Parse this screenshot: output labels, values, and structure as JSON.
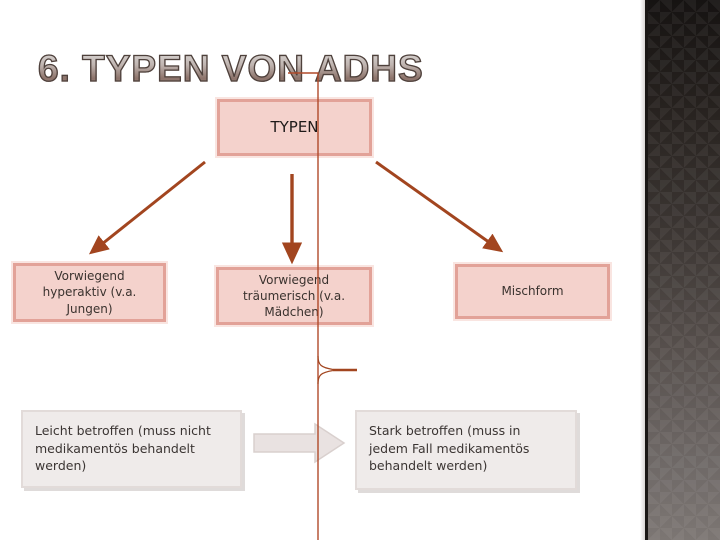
{
  "slide": {
    "title": "6. TYPEN VON ADHS"
  },
  "diagram": {
    "root_label": "TYPEN",
    "types": [
      {
        "label": "Vorwiegend hyperaktiv (v.a. Jungen)"
      },
      {
        "label": "Vorwiegend träumerisch (v.a. Mädchen)"
      },
      {
        "label": "Mischform"
      }
    ],
    "outcomes": [
      {
        "label": "Leicht betroffen (muss nicht medikamentös behandelt werden)"
      },
      {
        "label": "Stark betroffen (muss in jedem Fall medikamentös behandelt werden)"
      }
    ]
  },
  "icons": {
    "down_left_arrow": "arrow-down-left-icon",
    "down_arrow": "arrow-down-icon",
    "down_right_arrow": "arrow-down-right-icon",
    "right_block_arrow": "block-arrow-right-icon",
    "brace": "brace-pointer-icon"
  },
  "colors": {
    "pink_box_fill": "#f4d2cc",
    "pink_box_border": "#e2a298",
    "gray_box_fill": "#efebea",
    "gray_box_border": "#e2dbd9",
    "connector_line": "#b04a2a",
    "arrow_stroke": "#a2451f",
    "block_arrow_fill": "#e9e2e1",
    "title_fill": "#8d746b",
    "sidebar_top": "#161312",
    "sidebar_bottom": "#7c7673"
  }
}
